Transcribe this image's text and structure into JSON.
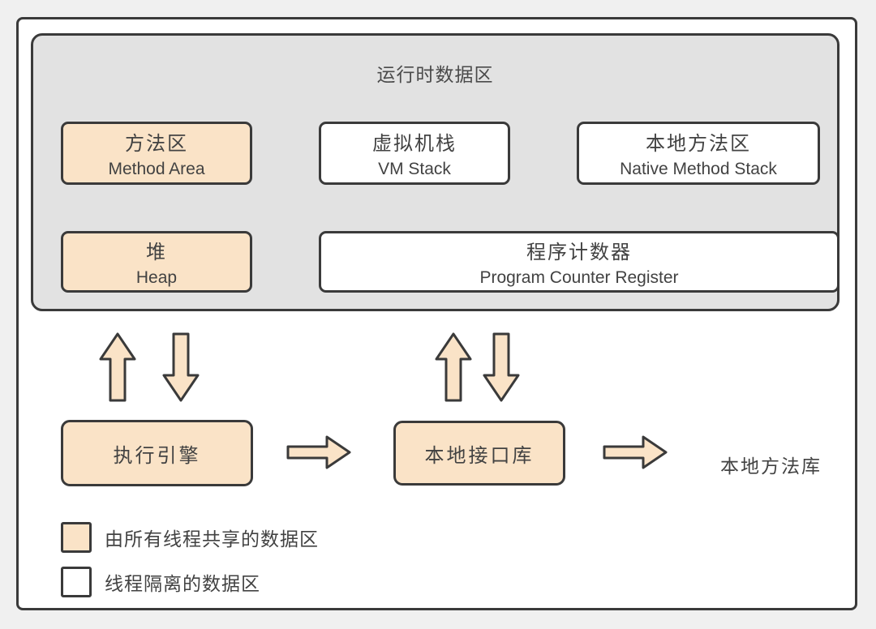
{
  "colors": {
    "page_bg": "#f0f0f0",
    "frame_bg": "#ffffff",
    "container_bg": "#e2e2e2",
    "shared_fill": "#fae3c7",
    "isolated_fill": "#ffffff",
    "border": "#3a3a3a",
    "text": "#424242"
  },
  "icons": [
    "arrow-up-icon",
    "arrow-down-icon",
    "arrow-right-icon"
  ],
  "runtime_area": {
    "title": "运行时数据区",
    "boxes": [
      {
        "zh": "方法区",
        "en": "Method Area",
        "type": "shared"
      },
      {
        "zh": "虚拟机栈",
        "en": "VM Stack",
        "type": "isolated"
      },
      {
        "zh": "本地方法区",
        "en": "Native Method Stack",
        "type": "isolated"
      },
      {
        "zh": "堆",
        "en": "Heap",
        "type": "shared"
      },
      {
        "zh": "程序计数器",
        "en": "Program Counter Register",
        "type": "isolated"
      }
    ]
  },
  "flow": {
    "execution_engine": "执行引擎",
    "native_interface": "本地接口库",
    "native_method_library": "本地方法库"
  },
  "legend": {
    "shared": "由所有线程共享的数据区",
    "isolated": "线程隔离的数据区"
  }
}
